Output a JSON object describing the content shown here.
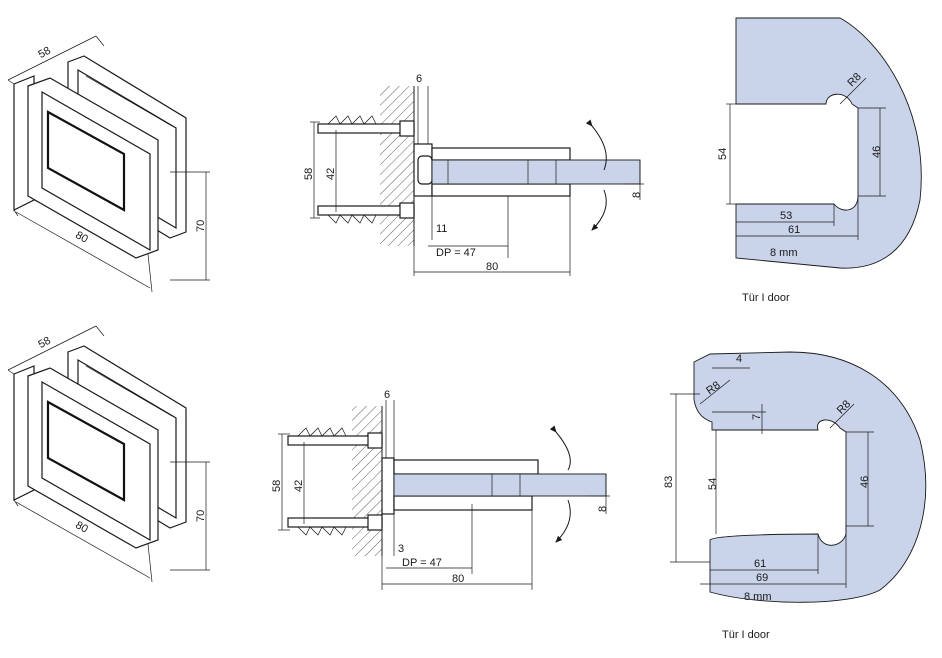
{
  "iso_view": {
    "dims": {
      "depth": "58",
      "width": "80",
      "height": "70"
    }
  },
  "side_view_top": {
    "dims": {
      "a": "6",
      "b": "58",
      "c": "42",
      "d": "11",
      "dp": "DP = 47",
      "e": "80",
      "glass": "8"
    }
  },
  "side_view_bottom": {
    "dims": {
      "a": "6",
      "b": "58",
      "c": "42",
      "d": "3",
      "dp": "DP = 47",
      "e": "80",
      "glass": "8"
    }
  },
  "cutout_top": {
    "dims": {
      "radius": "R8",
      "height": "54",
      "notch": "46",
      "w1": "53",
      "w2": "61",
      "thickness": "8 mm"
    },
    "caption": "Tür I door"
  },
  "cutout_bottom": {
    "dims": {
      "top": "4",
      "radius_small": "R8",
      "step": "7",
      "radius": "R8",
      "total": "83",
      "height": "54",
      "notch": "46",
      "w1": "61",
      "w2": "69",
      "thickness": "8 mm"
    },
    "caption": "Tür I door"
  },
  "colors": {
    "glass": "#c9d3ea",
    "ink": "#1a1a1a"
  }
}
